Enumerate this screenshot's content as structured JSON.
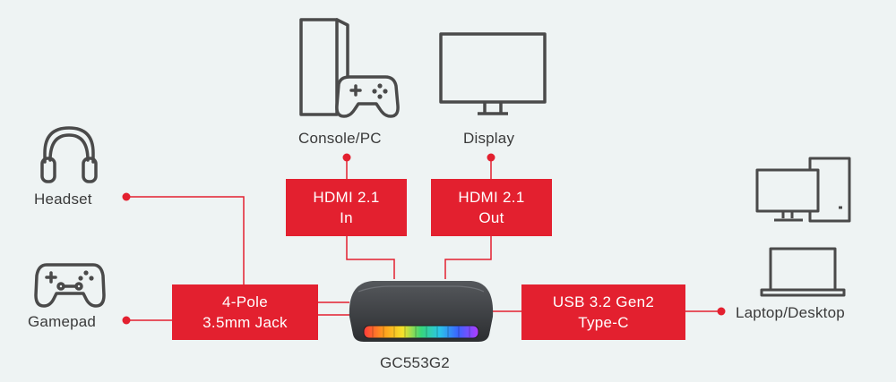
{
  "labels": {
    "console_pc": "Console/PC",
    "display": "Display",
    "headset": "Headset",
    "gamepad": "Gamepad",
    "laptop_desktop": "Laptop/Desktop",
    "device_model": "GC553G2"
  },
  "ports": {
    "hdmi_in": {
      "line1": "HDMI 2.1",
      "line2": "In"
    },
    "hdmi_out": {
      "line1": "HDMI 2.1",
      "line2": "Out"
    },
    "audio_jack": {
      "line1": "4-Pole",
      "line2": "3.5mm Jack"
    },
    "usb": {
      "line1": "USB 3.2 Gen2",
      "line2": "Type-C"
    }
  },
  "colors": {
    "accent": "#e3202f",
    "background": "#eef3f3",
    "icon_stroke": "#4a4a4a",
    "device_body": "#3b3d40"
  },
  "icons": [
    "console-pc-icon",
    "monitor-icon",
    "headset-icon",
    "gamepad-icon",
    "desktop-pc-icon",
    "laptop-icon",
    "capture-device-icon"
  ]
}
